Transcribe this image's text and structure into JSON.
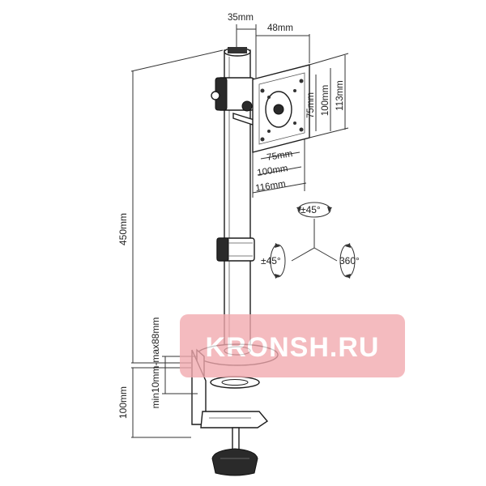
{
  "diagram": {
    "dimensions": {
      "offset_35": "35mm",
      "width_48": "48mm",
      "vesa_v75": "75mm",
      "vesa_v100": "100mm",
      "plate_h113": "113mm",
      "vesa_h75": "75mm",
      "vesa_h100": "100mm",
      "plate_w116": "116mm",
      "pole_height": "450mm",
      "clamp_range": "min10mm-max88mm",
      "clamp_height": "100mm"
    },
    "rotations": {
      "tilt": "±45°",
      "swivel": "±45°",
      "rotate": "360°"
    },
    "watermark": "KRONSH.RU"
  }
}
